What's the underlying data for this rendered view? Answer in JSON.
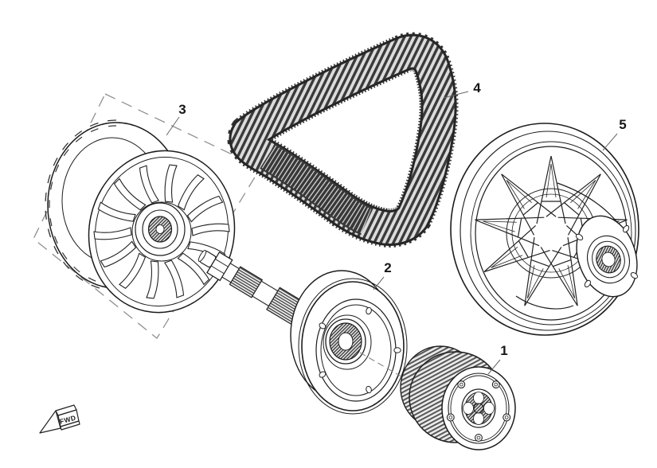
{
  "figure": {
    "kind": "exploded-parts-diagram",
    "background": "#ffffff",
    "line_color": "#1c1c1c",
    "leader_color": "#666666",
    "dash_color": "#909090",
    "belt_dark": "#3a3a3a",
    "belt_light": "#dcdcdc",
    "callouts": [
      {
        "number": "1",
        "part": "centrifugal-clutch-assembly"
      },
      {
        "number": "2",
        "part": "clutch-drum-with-input-shaft"
      },
      {
        "number": "3",
        "part": "primary-variator-pulley"
      },
      {
        "number": "4",
        "part": "cvt-drive-belt"
      },
      {
        "number": "5",
        "part": "secondary-driven-pulley"
      }
    ],
    "direction_marker": {
      "label": "FWD"
    }
  }
}
